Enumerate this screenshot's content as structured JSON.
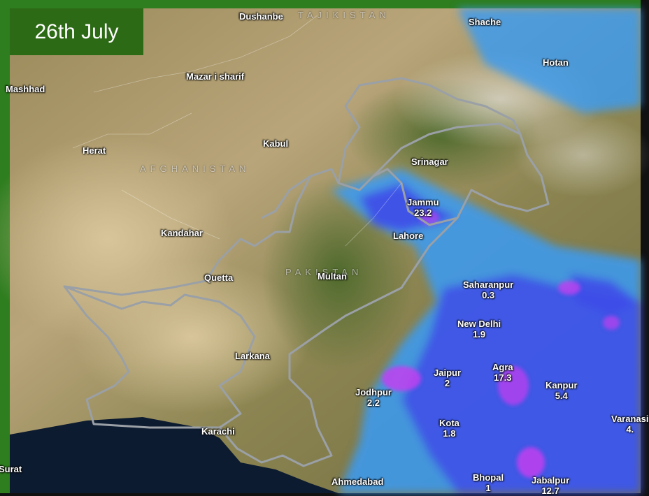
{
  "date_label": "26th July",
  "colors": {
    "frame": "#2e7d1f",
    "badge": "#2d6a16",
    "rain_light": "#3a9bf5",
    "rain_medium": "#3e4ee8",
    "rain_heavy": "#c23ff0",
    "border": "#9aa0a6"
  },
  "country_labels": [
    {
      "id": "afghanistan",
      "text": "AFGHANISTAN"
    },
    {
      "id": "pakistan",
      "text": "PAKISTAN"
    },
    {
      "id": "tajikistan",
      "text": "TAJIKISTAN"
    }
  ],
  "cities": [
    {
      "id": "dushanbe",
      "name": "Dushanbe",
      "value": ""
    },
    {
      "id": "shache",
      "name": "Shache",
      "value": ""
    },
    {
      "id": "hotan",
      "name": "Hotan",
      "value": ""
    },
    {
      "id": "mazar",
      "name": "Mazar i sharif",
      "value": ""
    },
    {
      "id": "mashhad",
      "name": "Mashhad",
      "value": ""
    },
    {
      "id": "herat",
      "name": "Herat",
      "value": ""
    },
    {
      "id": "kabul",
      "name": "Kabul",
      "value": ""
    },
    {
      "id": "srinagar",
      "name": "Srinagar",
      "value": ""
    },
    {
      "id": "jammu",
      "name": "Jammu",
      "value": "23.2"
    },
    {
      "id": "kandahar",
      "name": "Kandahar",
      "value": ""
    },
    {
      "id": "lahore",
      "name": "Lahore",
      "value": ""
    },
    {
      "id": "quetta",
      "name": "Quetta",
      "value": ""
    },
    {
      "id": "multan",
      "name": "Multan",
      "value": ""
    },
    {
      "id": "saharanpur",
      "name": "Saharanpur",
      "value": "0.3"
    },
    {
      "id": "newdelhi",
      "name": "New Delhi",
      "value": "1.9"
    },
    {
      "id": "larkana",
      "name": "Larkana",
      "value": ""
    },
    {
      "id": "jaipur",
      "name": "Jaipur",
      "value": "2"
    },
    {
      "id": "agra",
      "name": "Agra",
      "value": "17.3"
    },
    {
      "id": "kanpur",
      "name": "Kanpur",
      "value": "5.4"
    },
    {
      "id": "jodhpur",
      "name": "Jodhpur",
      "value": "2.2"
    },
    {
      "id": "varanasi",
      "name": "Varanasi",
      "value": "4."
    },
    {
      "id": "kota",
      "name": "Kota",
      "value": "1.8"
    },
    {
      "id": "karachi",
      "name": "Karachi",
      "value": ""
    },
    {
      "id": "bhopal",
      "name": "Bhopal",
      "value": "1"
    },
    {
      "id": "jabalpur",
      "name": "Jabalpur",
      "value": "12.7"
    },
    {
      "id": "ahmedabad",
      "name": "Ahmedabad",
      "value": ""
    },
    {
      "id": "surat",
      "name": "Surat",
      "value": ""
    }
  ]
}
